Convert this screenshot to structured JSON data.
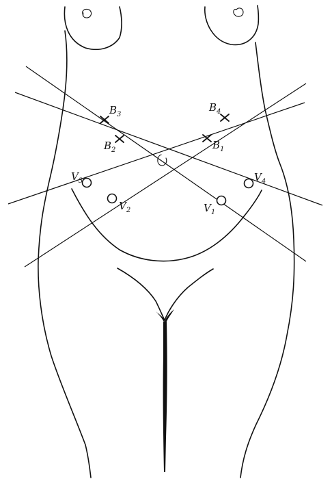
{
  "figure": {
    "labels": {
      "B3": {
        "main": "B",
        "sub": "3"
      },
      "B4": {
        "main": "B",
        "sub": "4"
      },
      "B2": {
        "main": "B",
        "sub": "2"
      },
      "B1": {
        "main": "B",
        "sub": "1"
      },
      "V3": {
        "main": "V",
        "sub": "3"
      },
      "V4": {
        "main": "V",
        "sub": "4"
      },
      "V2": {
        "main": "V",
        "sub": "2"
      },
      "V1": {
        "main": "V",
        "sub": "1"
      }
    },
    "colors": {
      "ink": "#111111",
      "paper": "#ffffff"
    }
  }
}
